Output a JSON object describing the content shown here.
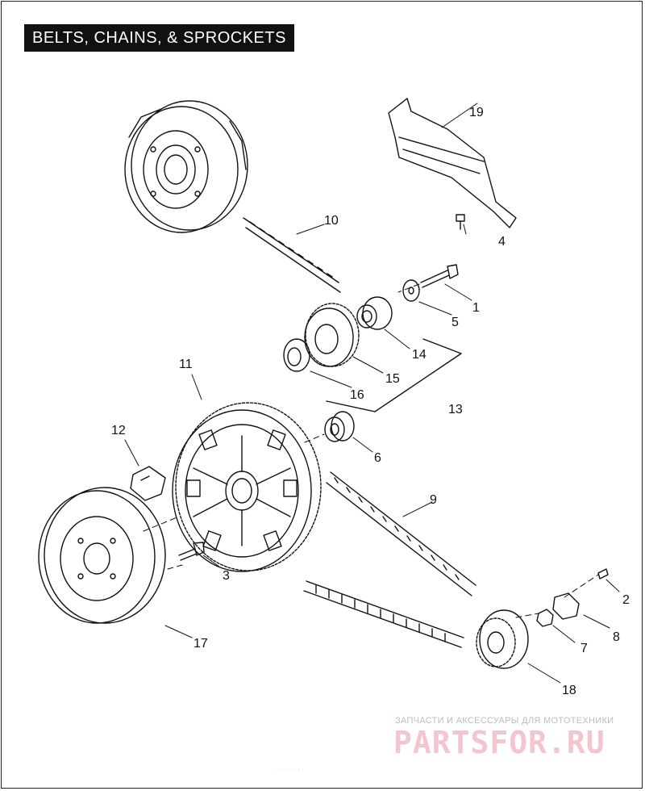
{
  "title": "BELTS, CHAINS, & SPROCKETS",
  "parts": [
    {
      "id": "part-1",
      "label": "1"
    },
    {
      "id": "part-2",
      "label": "2"
    },
    {
      "id": "part-3",
      "label": "3"
    },
    {
      "id": "part-4",
      "label": "4"
    },
    {
      "id": "part-5",
      "label": "5"
    },
    {
      "id": "part-6",
      "label": "6"
    },
    {
      "id": "part-7",
      "label": "7"
    },
    {
      "id": "part-8",
      "label": "8"
    },
    {
      "id": "part-9",
      "label": "9"
    },
    {
      "id": "part-10",
      "label": "10"
    },
    {
      "id": "part-11",
      "label": "11"
    },
    {
      "id": "part-12",
      "label": "12"
    },
    {
      "id": "part-13",
      "label": "13"
    },
    {
      "id": "part-14",
      "label": "14"
    },
    {
      "id": "part-15",
      "label": "15"
    },
    {
      "id": "part-16",
      "label": "16"
    },
    {
      "id": "part-17",
      "label": "17"
    },
    {
      "id": "part-18",
      "label": "18"
    },
    {
      "id": "part-19",
      "label": "19"
    }
  ],
  "watermark": {
    "subtitle": "ЗАПЧАСТИ И АКСЕССУАРЫ ДЛЯ МОТОТЕХНИКИ",
    "brand": "PARTSFOR.RU"
  },
  "footer_code": "· · ·  · · ·  · · ·"
}
